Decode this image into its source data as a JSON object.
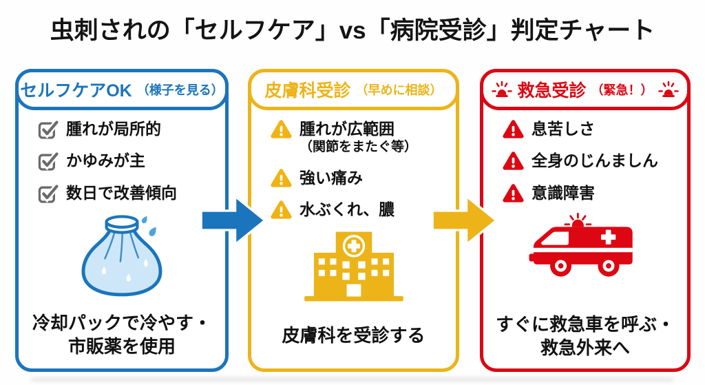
{
  "title": "虫刺されの「セルフケア」vs「病院受診」判定チャート",
  "colors": {
    "blue": "#1b75bc",
    "yellow": "#ecb418",
    "red": "#dc0713",
    "ice_pack_fill": "#cde7f8",
    "checkbox_gray": "#6a6a6a",
    "text": "#111111"
  },
  "panels": [
    {
      "id": "selfcare",
      "header": "セルフケアOK",
      "header_note": "（様子を見る）",
      "items": [
        {
          "text": "腫れが局所的"
        },
        {
          "text": "かゆみが主"
        },
        {
          "text": "数日で改善傾向"
        }
      ],
      "icon": "ice-pack-icon",
      "caption": "冷却パックで冷やす・\n市販薬を使用"
    },
    {
      "id": "dermatology",
      "header": "皮膚科受診",
      "header_note": "（早めに相談）",
      "items": [
        {
          "text": "腫れが広範囲",
          "note": "（関節をまたぐ等）"
        },
        {
          "text": "強い痛み"
        },
        {
          "text": "水ぶくれ、膿"
        }
      ],
      "icon": "hospital-icon",
      "caption": "皮膚科を受診する"
    },
    {
      "id": "emergency",
      "header": "救急受診",
      "header_note": "（緊急！）",
      "items": [
        {
          "text": "息苦しさ"
        },
        {
          "text": "全身のじんましん"
        },
        {
          "text": "意識障害"
        }
      ],
      "icon": "ambulance-icon",
      "caption": "すぐに救急車を呼ぶ・\n救急外来へ"
    }
  ],
  "arrows": [
    {
      "name": "selfcare-to-dermatology",
      "color": "#1b75bc"
    },
    {
      "name": "dermatology-to-emergency",
      "color": "#ecb418"
    }
  ]
}
